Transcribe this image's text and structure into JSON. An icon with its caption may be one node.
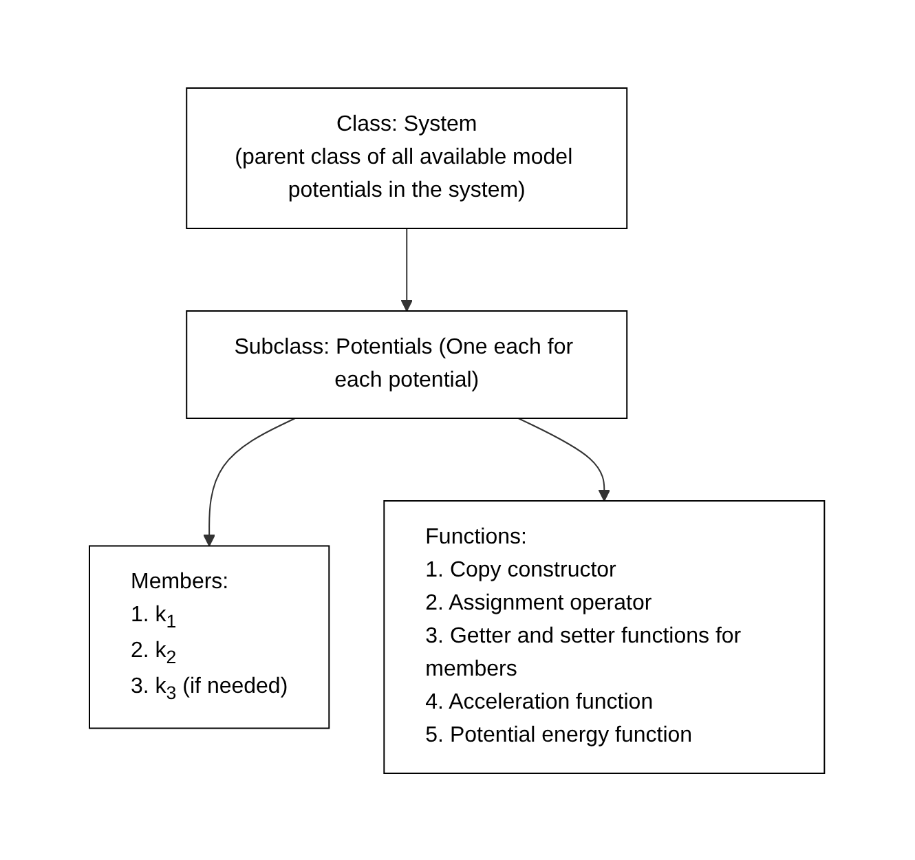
{
  "diagram": {
    "nodes": [
      {
        "text": [
          "Class: System",
          "(parent class of all available model potentials in the system)"
        ]
      },
      {
        "text": [
          "Subclass: Potentials (One each for each potential)"
        ]
      },
      {
        "text": [
          "Members:",
          "1. k$_{1}$",
          "2. k$_{2}$",
          "3. k$_{3}$ (if needed)"
        ]
      },
      {
        "text": [
          "Functions:",
          "1. Copy constructor",
          "2. Assignment operator",
          "3. Getter and setter functions for members",
          "4. Acceleration function",
          "5. Potential energy function"
        ]
      }
    ],
    "edges": [
      {
        "from": 0,
        "to": 1,
        "arrow": "to"
      },
      {
        "from": 1,
        "to": 2,
        "arrow": "to"
      },
      {
        "from": 1,
        "to": 3,
        "arrow": "to"
      }
    ]
  }
}
